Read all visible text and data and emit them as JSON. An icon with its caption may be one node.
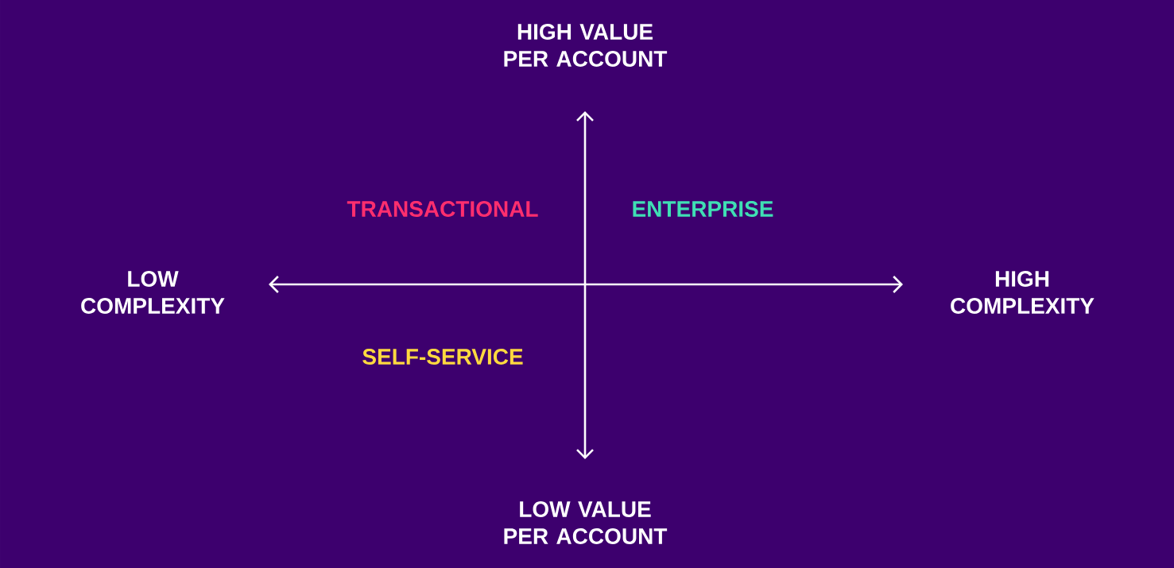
{
  "diagram": {
    "labels": [
      "HIGH VALUE PER ACCOUNT",
      "TRANSACTIONAL",
      "ENTERPRISE",
      "LOW COMPLEXITY",
      "HIGH COMPLEXITY",
      "SELF-SERVICE",
      "LOW VALUE PER ACCOUNT"
    ]
  }
}
